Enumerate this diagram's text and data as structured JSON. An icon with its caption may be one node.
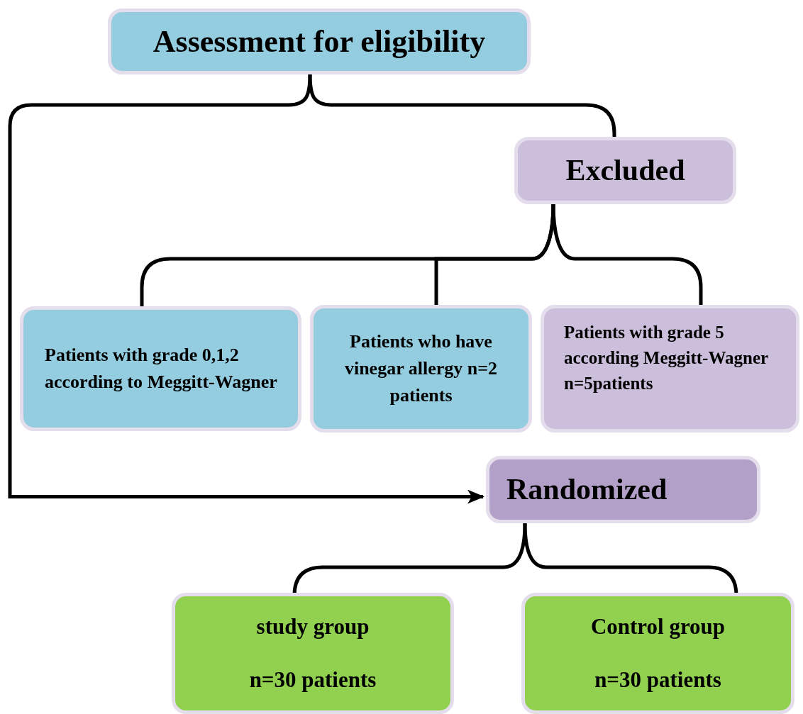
{
  "diagram": {
    "nodes": [
      {
        "text": [
          "Assessment for eligibility"
        ]
      },
      {
        "text": [
          "Excluded"
        ]
      },
      {
        "text": [
          "Patients with grade 0,1,2 according to Meggitt-Wagner"
        ]
      },
      {
        "text": [
          "Patients who have vinegar allergy n=2 patients"
        ]
      },
      {
        "text": [
          "Patients with grade 5 according Meggitt-Wagner n=5patients"
        ]
      },
      {
        "text": [
          "Randomized"
        ]
      },
      {
        "text": [
          "study group",
          "n=30 patients"
        ]
      },
      {
        "text": [
          "Control group",
          "n=30 patients"
        ]
      }
    ],
    "edges": [
      {
        "from": 0,
        "to": 5,
        "arrow": "to"
      },
      {
        "from": 0,
        "to": 1,
        "arrow": "none"
      },
      {
        "from": 1,
        "to": 2,
        "arrow": "none"
      },
      {
        "from": 1,
        "to": 3,
        "arrow": "none"
      },
      {
        "from": 1,
        "to": 4,
        "arrow": "none"
      },
      {
        "from": 5,
        "to": 6,
        "arrow": "none"
      },
      {
        "from": 5,
        "to": 7,
        "arrow": "none"
      }
    ]
  }
}
